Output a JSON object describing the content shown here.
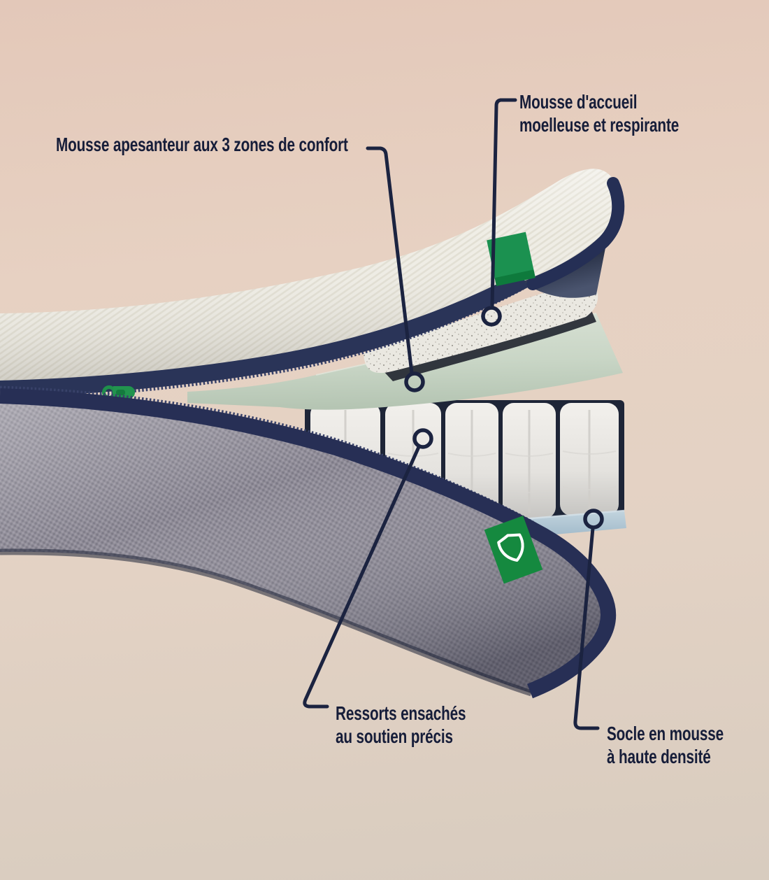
{
  "diagram": {
    "subject": "mattress-cutaway-layers",
    "callouts": {
      "apesanteur": {
        "line1": "Mousse apesanteur aux 3 zones de confort",
        "line2": ""
      },
      "accueil": {
        "line1": "Mousse d'accueil",
        "line2": "moelleuse et respirante"
      },
      "ressorts": {
        "line1": "Ressorts ensachés",
        "line2": "au soutien précis"
      },
      "socle": {
        "line1": "Socle en mousse",
        "line2": "à haute densité"
      }
    },
    "icons": {
      "tag_badge": "shield-icon",
      "zipper": "zipper-pull-icon"
    },
    "colors": {
      "background_top": "#e3c8b9",
      "background_bottom": "#d8ccbf",
      "text_navy": "#161d39",
      "callout_line_navy": "#1b2340",
      "trim_navy": "#2a3458",
      "tag_green": "#15893f",
      "zipper_green": "#21944e",
      "foam_mint": "#c9d6c6",
      "welcome_foam_white": "#eae8e1",
      "spring_white": "#eceae6",
      "base_blue": "#aec5d3",
      "cover_gray": "#8e8b96"
    }
  }
}
